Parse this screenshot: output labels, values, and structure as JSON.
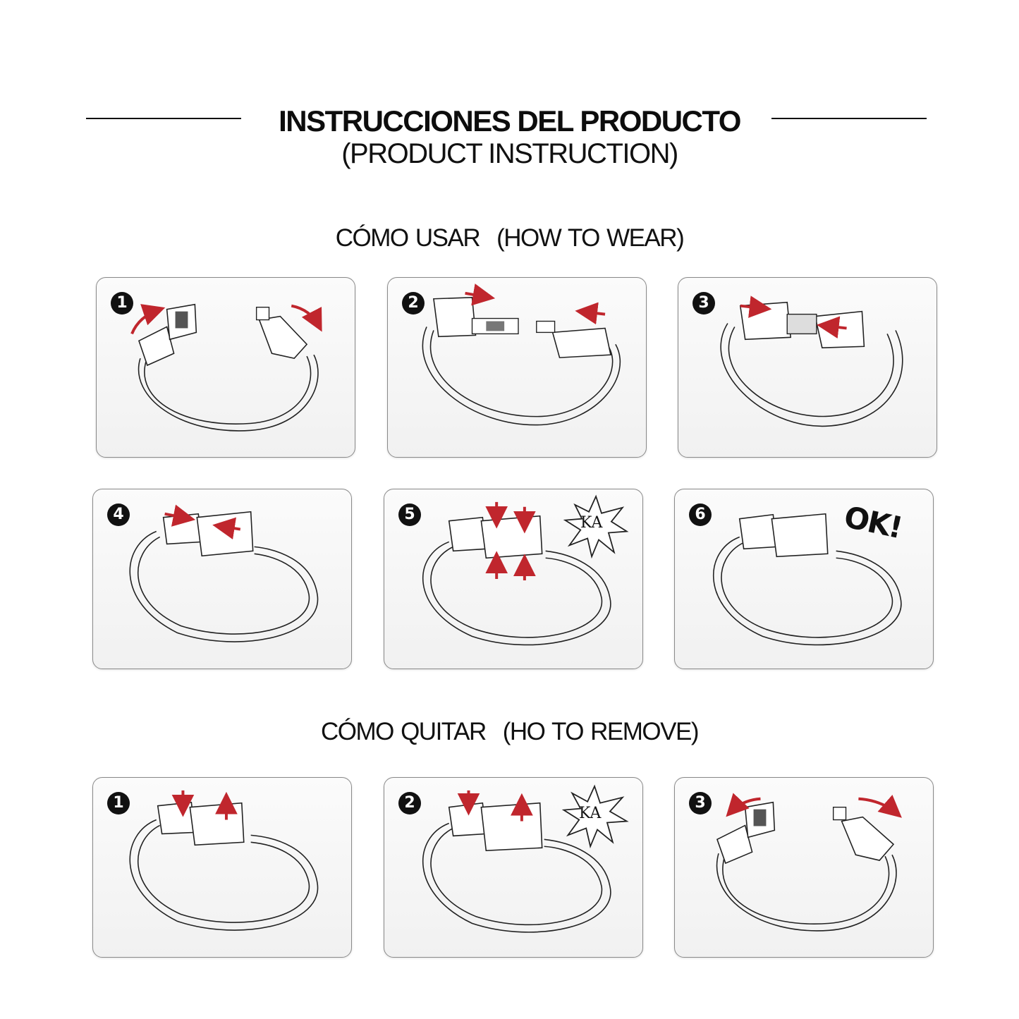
{
  "header": {
    "title": "INSTRUCCIONES DEL PRODUCTO",
    "subtitle": "(PRODUCT INSTRUCTION)"
  },
  "wear": {
    "label_es": "CÓMO USAR",
    "label_en": "(HOW TO WEAR)",
    "steps": [
      {
        "number": "1"
      },
      {
        "number": "2"
      },
      {
        "number": "3"
      },
      {
        "number": "4"
      },
      {
        "number": "5",
        "sound": "KA"
      },
      {
        "number": "6",
        "exclamation": "OK!"
      }
    ]
  },
  "remove": {
    "label_es": "CÓMO QUITAR",
    "label_en": "(HO TO REMOVE)",
    "steps": [
      {
        "number": "1"
      },
      {
        "number": "2",
        "sound": "KA"
      },
      {
        "number": "3"
      }
    ]
  },
  "colors": {
    "arrow": "#c0262d",
    "line": "#222222",
    "panel_border": "#8a8a8a"
  }
}
